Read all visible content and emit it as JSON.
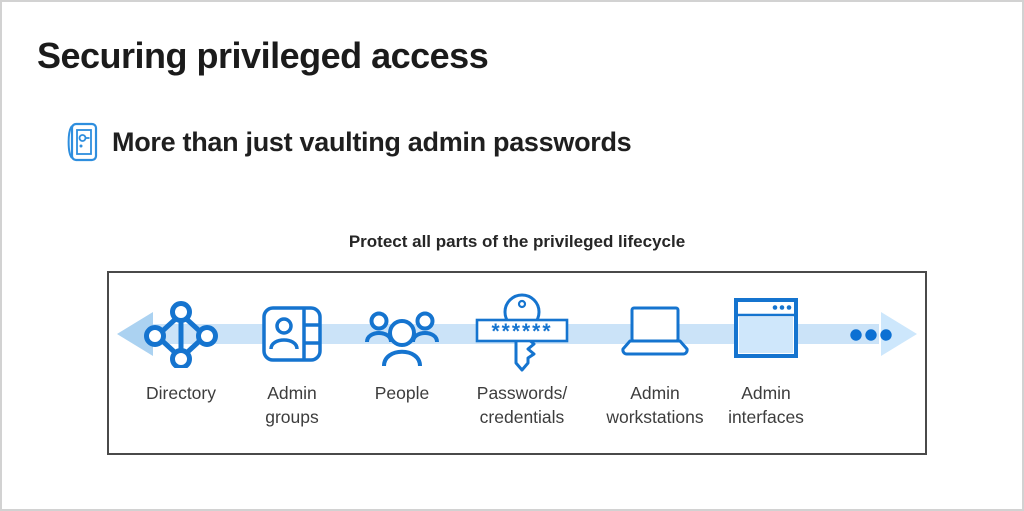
{
  "slide": {
    "title": "Securing privileged access",
    "subtitle": "More than just vaulting admin passwords",
    "diagram": {
      "heading": "Protect all parts of the privileged lifecycle",
      "items": [
        {
          "name": "directory",
          "lines": [
            "Directory"
          ]
        },
        {
          "name": "admin-groups",
          "lines": [
            "Admin",
            "groups"
          ]
        },
        {
          "name": "people",
          "lines": [
            "People"
          ]
        },
        {
          "name": "passwords-credentials",
          "lines": [
            "Passwords/",
            "credentials"
          ]
        },
        {
          "name": "admin-workstations",
          "lines": [
            "Admin",
            "workstations"
          ]
        },
        {
          "name": "admin-interfaces",
          "lines": [
            "Admin",
            "interfaces"
          ]
        }
      ],
      "password_mask": "******",
      "ellipsis_meaning": "more-lifecycle-parts"
    }
  },
  "colors": {
    "icon_blue": "#1574cf",
    "vault_icon_blue": "#2e8ede",
    "band_blue": "#cbe3f8",
    "arrowhead_left_blue": "#abd2f1",
    "arrowhead_right_blue": "#cde7fc",
    "ellipsis_dot_blue": "#0c70d3",
    "browser_body_fill": "#cfe7fb",
    "box_border_gray": "#4a4a4a",
    "frame_border_gray": "#d2d2d2"
  }
}
